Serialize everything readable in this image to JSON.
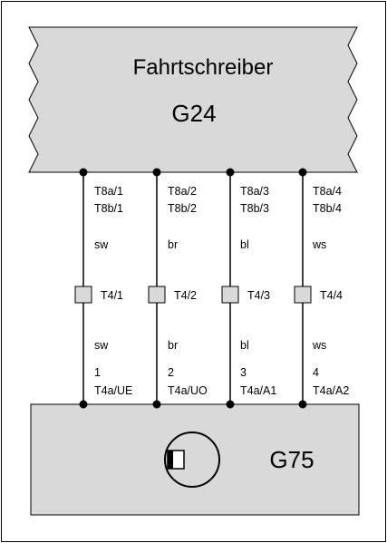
{
  "top_block": {
    "title": "Fahrtschreiber",
    "code": "G24"
  },
  "bottom_block": {
    "code": "G75"
  },
  "wires": [
    {
      "pin_a": "T8a/1",
      "pin_b": "T8b/1",
      "color_top": "sw",
      "connector": "T4/1",
      "color_bottom": "sw",
      "pin_num": "1",
      "pin_dest": "T4a/UE"
    },
    {
      "pin_a": "T8a/2",
      "pin_b": "T8b/2",
      "color_top": "br",
      "connector": "T4/2",
      "color_bottom": "br",
      "pin_num": "2",
      "pin_dest": "T4a/UO"
    },
    {
      "pin_a": "T8a/3",
      "pin_b": "T8b/3",
      "color_top": "bl",
      "connector": "T4/3",
      "color_bottom": "bl",
      "pin_num": "3",
      "pin_dest": "T4a/A1"
    },
    {
      "pin_a": "T8a/4",
      "pin_b": "T8b/4",
      "color_top": "ws",
      "connector": "T4/4",
      "color_bottom": "ws",
      "pin_num": "4",
      "pin_dest": "T4a/A2"
    }
  ],
  "colors": {
    "block_fill": "#d9d9d9",
    "stroke": "#000000",
    "background": "#ffffff"
  }
}
